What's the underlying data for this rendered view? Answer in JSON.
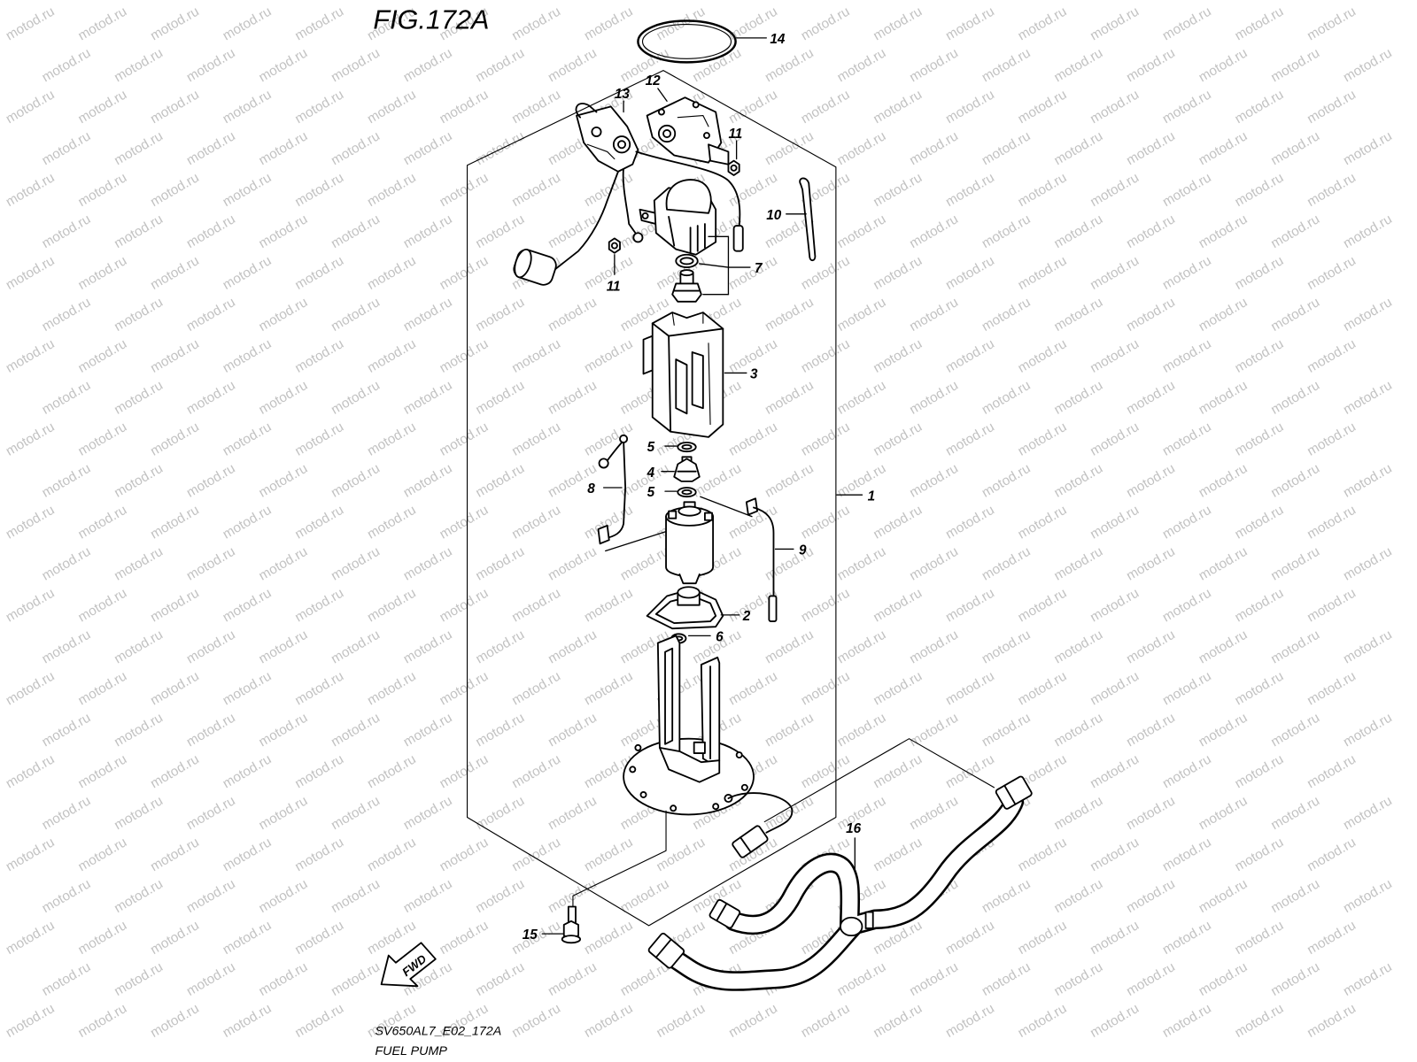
{
  "figure": {
    "title": "FIG.172A",
    "code": "SV650AL7_E02_172A",
    "name": "FUEL PUMP"
  },
  "direction_arrow": {
    "label": "FWD"
  },
  "watermark": {
    "text": "motod.ru"
  },
  "callouts": [
    "14",
    "13",
    "12",
    "11",
    "10",
    "7",
    "11",
    "3",
    "5",
    "4",
    "5",
    "8",
    "9",
    "2",
    "6",
    "1",
    "16",
    "15"
  ],
  "colors": {
    "line": "#000000",
    "watermark": "#c2c2c2",
    "background": "#ffffff"
  }
}
